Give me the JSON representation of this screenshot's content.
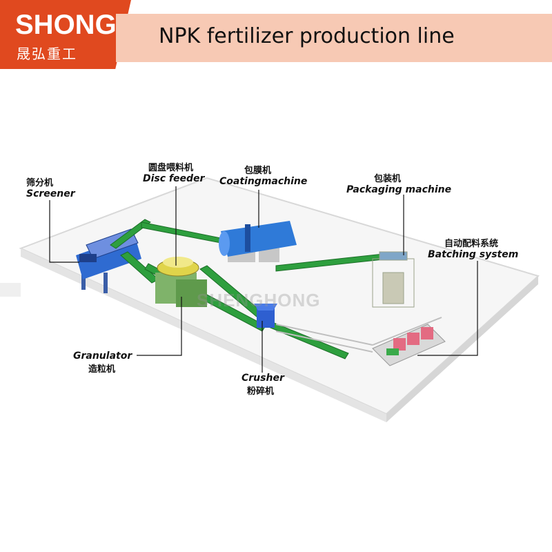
{
  "brand": {
    "logo_text": "SHONG",
    "logo_cn": "晟弘重工",
    "color": "#e0491f",
    "banner_color": "#f7c9b4"
  },
  "title": "NPK fertilizer production line",
  "watermark": "SHENGHONG",
  "labels": {
    "screener": {
      "cn": "筛分机",
      "en": "Screener"
    },
    "disc_feeder": {
      "cn": "圆盘喂料机",
      "en": "Disc feeder"
    },
    "coating": {
      "cn": "包膜机",
      "en": "Coatingmachine"
    },
    "packaging": {
      "cn": "包装机",
      "en": "Packaging machine"
    },
    "batching": {
      "cn": "自动配料系统",
      "en": "Batching system"
    },
    "granulator": {
      "en": "Granulator",
      "cn": "造粒机"
    },
    "crusher": {
      "en": "Crusher",
      "cn": "粉碎机"
    }
  }
}
